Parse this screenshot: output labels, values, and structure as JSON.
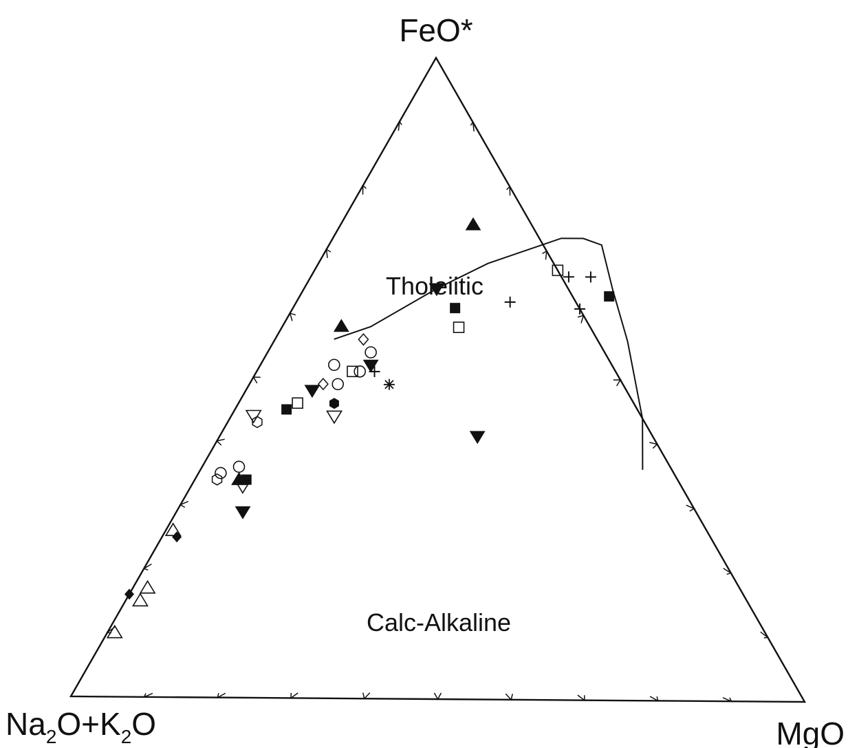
{
  "chart_data": {
    "type": "scatter",
    "subtype": "ternary",
    "vertices": {
      "top": {
        "label": "FeO*"
      },
      "left": {
        "label_parts": [
          "Na",
          "2",
          "O+K",
          "2",
          "O"
        ]
      },
      "right": {
        "label": "MgO"
      }
    },
    "ticks_per_side": 10,
    "fields": [
      {
        "id": "tholeiitic",
        "label": "Tholeiitic"
      },
      {
        "id": "calc-alkaline",
        "label": "Calc-Alkaline"
      }
    ],
    "boundary_line": [
      {
        "F": 0.56,
        "M": 0.08
      },
      {
        "F": 0.58,
        "M": 0.12
      },
      {
        "F": 0.64,
        "M": 0.18
      },
      {
        "F": 0.68,
        "M": 0.23
      },
      {
        "F": 0.7,
        "M": 0.27
      },
      {
        "F": 0.72,
        "M": 0.31
      },
      {
        "F": 0.72,
        "M": 0.34
      },
      {
        "F": 0.71,
        "M": 0.37
      },
      {
        "F": 0.64,
        "M": 0.42
      },
      {
        "F": 0.56,
        "M": 0.48
      },
      {
        "F": 0.44,
        "M": 0.56
      },
      {
        "F": 0.36,
        "M": 0.6
      }
    ],
    "grid": false,
    "colors": {
      "ink": "#111111",
      "background": "#ffffff"
    },
    "points": [
      {
        "marker": "filled-triangle-up",
        "F": 0.74,
        "M": 0.18
      },
      {
        "marker": "filled-triangle-up",
        "F": 0.58,
        "M": 0.08
      },
      {
        "marker": "filled-triangle-up",
        "F": 0.34,
        "M": 0.06
      },
      {
        "marker": "filled-triangle-down",
        "F": 0.64,
        "M": 0.18
      },
      {
        "marker": "filled-triangle-down",
        "F": 0.52,
        "M": 0.15
      },
      {
        "marker": "filled-triangle-down",
        "F": 0.48,
        "M": 0.09
      },
      {
        "marker": "filled-triangle-down",
        "F": 0.29,
        "M": 0.09
      },
      {
        "marker": "filled-triangle-down",
        "F": 0.41,
        "M": 0.35
      },
      {
        "marker": "filled-square",
        "F": 0.61,
        "M": 0.22
      },
      {
        "marker": "filled-square",
        "F": 0.63,
        "M": 0.42
      },
      {
        "marker": "filled-square",
        "F": 0.45,
        "M": 0.07
      },
      {
        "marker": "filled-square",
        "F": 0.34,
        "M": 0.07
      },
      {
        "marker": "open-square",
        "F": 0.67,
        "M": 0.33
      },
      {
        "marker": "open-square",
        "F": 0.58,
        "M": 0.24
      },
      {
        "marker": "open-square",
        "F": 0.51,
        "M": 0.13
      },
      {
        "marker": "open-square",
        "F": 0.46,
        "M": 0.08
      },
      {
        "marker": "plus",
        "F": 0.66,
        "M": 0.35
      },
      {
        "marker": "plus",
        "F": 0.66,
        "M": 0.38
      },
      {
        "marker": "plus",
        "F": 0.61,
        "M": 0.39
      },
      {
        "marker": "plus",
        "F": 0.62,
        "M": 0.29
      },
      {
        "marker": "plus",
        "F": 0.51,
        "M": 0.16
      },
      {
        "marker": "open-circle",
        "F": 0.54,
        "M": 0.14
      },
      {
        "marker": "open-circle",
        "F": 0.51,
        "M": 0.14
      },
      {
        "marker": "open-circle",
        "F": 0.49,
        "M": 0.12
      },
      {
        "marker": "open-circle",
        "F": 0.52,
        "M": 0.1
      },
      {
        "marker": "open-circle",
        "F": 0.36,
        "M": 0.05
      },
      {
        "marker": "open-circle",
        "F": 0.35,
        "M": 0.03
      },
      {
        "marker": "open-diamond",
        "F": 0.56,
        "M": 0.12
      },
      {
        "marker": "open-diamond",
        "F": 0.49,
        "M": 0.1
      },
      {
        "marker": "open-triangle-down",
        "F": 0.44,
        "M": 0.14
      },
      {
        "marker": "open-triangle-down",
        "F": 0.33,
        "M": 0.07
      },
      {
        "marker": "open-triangle-down",
        "F": 0.44,
        "M": 0.03
      },
      {
        "marker": "open-triangle-up",
        "F": 0.26,
        "M": 0.01
      },
      {
        "marker": "open-triangle-up",
        "F": 0.15,
        "M": 0.02
      },
      {
        "marker": "open-triangle-up",
        "F": 0.17,
        "M": 0.02
      },
      {
        "marker": "open-triangle-up",
        "F": 0.1,
        "M": 0.01
      },
      {
        "marker": "open-hexagon",
        "F": 0.43,
        "M": 0.04
      },
      {
        "marker": "open-hexagon",
        "F": 0.34,
        "M": 0.03
      },
      {
        "marker": "filled-hexagon",
        "F": 0.46,
        "M": 0.13
      },
      {
        "marker": "filled-diamond",
        "F": 0.25,
        "M": 0.02
      },
      {
        "marker": "filled-diamond",
        "F": 0.16,
        "M": 0.0
      },
      {
        "marker": "star",
        "F": 0.49,
        "M": 0.19
      }
    ]
  }
}
